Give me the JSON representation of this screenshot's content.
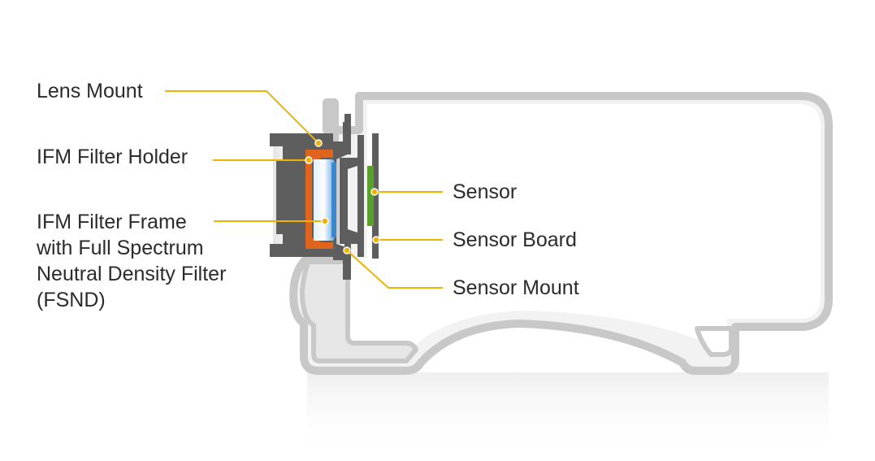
{
  "labels": {
    "lens_mount": "Lens Mount",
    "filter_holder": "IFM Filter Holder",
    "filter_frame": [
      "IFM Filter Frame",
      "with Full Spectrum",
      "Neutral Density Filter",
      "(FSND)"
    ],
    "sensor": "Sensor",
    "sensor_board": "Sensor Board",
    "sensor_mount": "Sensor Mount"
  },
  "colors": {
    "body_outline": "#c8c8c8",
    "body_fill": "#f2f2f2",
    "mount_dark": "#5e5e5e",
    "filter_holder": "#e0641c",
    "filter_glass": "#5aa8e0",
    "sensor": "#5aa02c",
    "leader": "#f0b400"
  }
}
